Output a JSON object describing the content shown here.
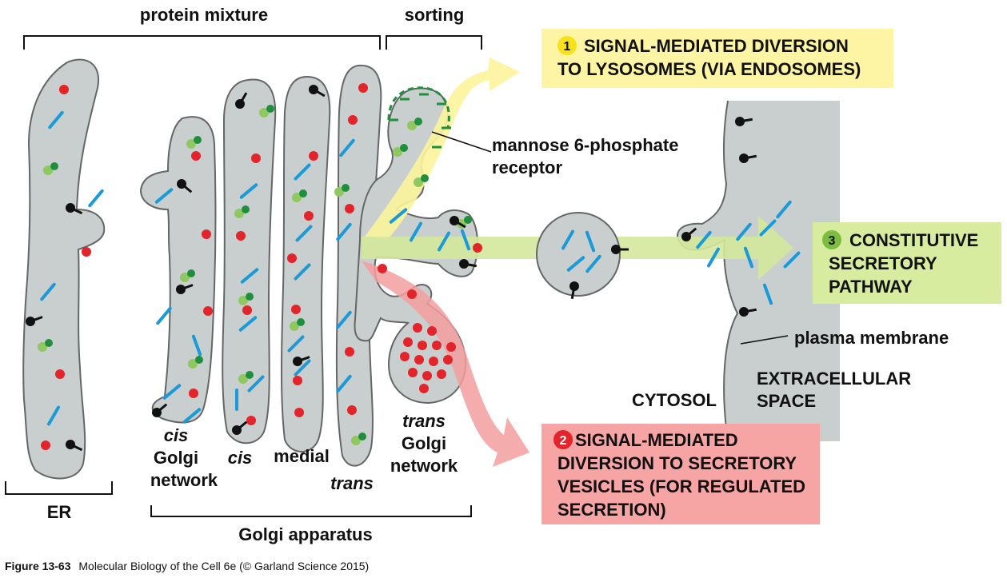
{
  "labels": {
    "protein_mixture": "protein mixture",
    "sorting": "sorting",
    "mannose_line1": "mannose 6-phosphate",
    "mannose_line2": "receptor",
    "plasma_membrane": "plasma membrane",
    "extracellular_line1": "EXTRACELLULAR",
    "extracellular_line2": "SPACE",
    "cytosol": "CYTOSOL",
    "er": "ER",
    "golgi_apparatus": "Golgi apparatus",
    "cis_golgi_line1": "cis",
    "cis_golgi_line2": "Golgi",
    "cis_golgi_line3": "network",
    "cis": "cis",
    "medial": "medial",
    "trans": "trans",
    "trans_golgi_line1": "trans",
    "trans_golgi_line2": "Golgi",
    "trans_golgi_line3": "network"
  },
  "pathways": [
    {
      "number": "1",
      "line1": "SIGNAL-MEDIATED DIVERSION",
      "line2": "TO LYSOSOMES (VIA ENDOSOMES)",
      "line3": "",
      "line4": "",
      "box_color": "#fdf5a3",
      "badge_color": "#f6e11c",
      "badge_text_color": "#111111"
    },
    {
      "number": "2",
      "line1": "SIGNAL-MEDIATED",
      "line2": "DIVERSION TO SECRETORY",
      "line3": "VESICLES (FOR REGULATED",
      "line4": "SECRETION)",
      "box_color": "#f6a4a4",
      "badge_color": "#e3242b",
      "badge_text_color": "#ffffff"
    },
    {
      "number": "3",
      "line1": "CONSTITUTIVE",
      "line2": "SECRETORY",
      "line3": "PATHWAY",
      "line4": "",
      "box_color": "#d8ec9f",
      "badge_color": "#7cbd3f",
      "badge_text_color": "#111111"
    }
  ],
  "caption": {
    "figure": "Figure 13-63",
    "text": "Molecular Biology of the Cell 6e (© Garland Science 2015)"
  },
  "colors": {
    "membrane_fill": "#c9cfce",
    "membrane_stroke": "#666666",
    "red_protein": "#e3242b",
    "green_light": "#8fc760",
    "green_dark": "#1e8f3c",
    "blue_protein": "#1b9ad8",
    "receptor": "#111111",
    "receptor_coat": "#1e8f3c"
  }
}
